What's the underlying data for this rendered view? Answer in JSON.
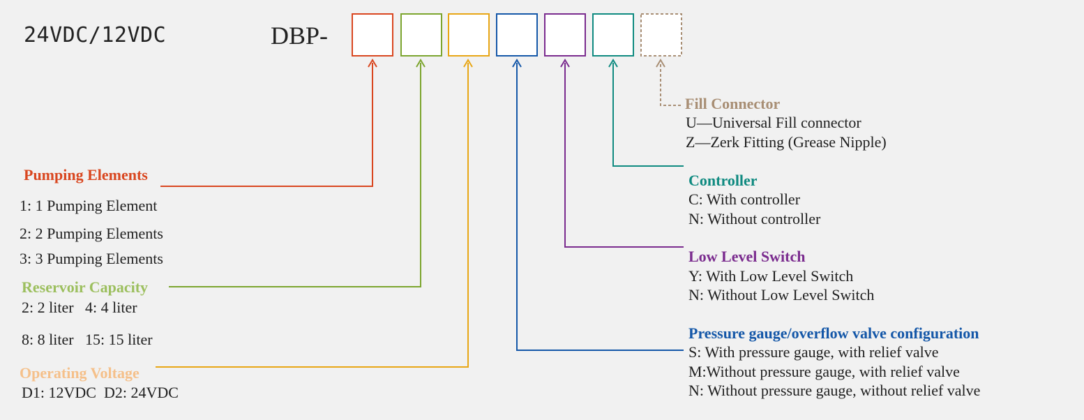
{
  "voltage_label": "24VDC/12VDC",
  "model_prefix": "DBP-",
  "colors": {
    "pumping": "#d9461f",
    "reservoir": "#7ca52e",
    "voltage": "#e8a615",
    "pressure": "#1457a8",
    "low_level": "#7a2b8e",
    "controller": "#0f8a80",
    "fill": "#a88e74"
  },
  "groups": {
    "pumping": {
      "title": "Pumping Elements",
      "options": [
        "1: 1 Pumping Element",
        "2: 2 Pumping Elements",
        "3: 3 Pumping Elements"
      ]
    },
    "reservoir": {
      "title": "Reservoir Capacity",
      "options": [
        "2: 2 liter   4: 4 liter",
        "8: 8 liter   15: 15 liter"
      ]
    },
    "voltage": {
      "title": "Operating Voltage",
      "options": [
        "D1: 12VDC  D2: 24VDC"
      ]
    },
    "fill": {
      "title": "Fill Connector",
      "options": [
        "U—Universal Fill connector",
        "Z—Zerk Fitting (Grease Nipple)"
      ]
    },
    "controller": {
      "title": "Controller",
      "options": [
        "C: With controller",
        "N: Without controller"
      ]
    },
    "low_level": {
      "title": "Low Level Switch",
      "options": [
        "Y: With Low Level Switch",
        "N: Without Low Level Switch"
      ]
    },
    "pressure": {
      "title": "Pressure gauge/overflow valve configuration",
      "options": [
        "S: With pressure gauge, with relief valve",
        "M:Without pressure gauge, with relief valve",
        "N: Without pressure gauge, without relief valve"
      ]
    }
  }
}
